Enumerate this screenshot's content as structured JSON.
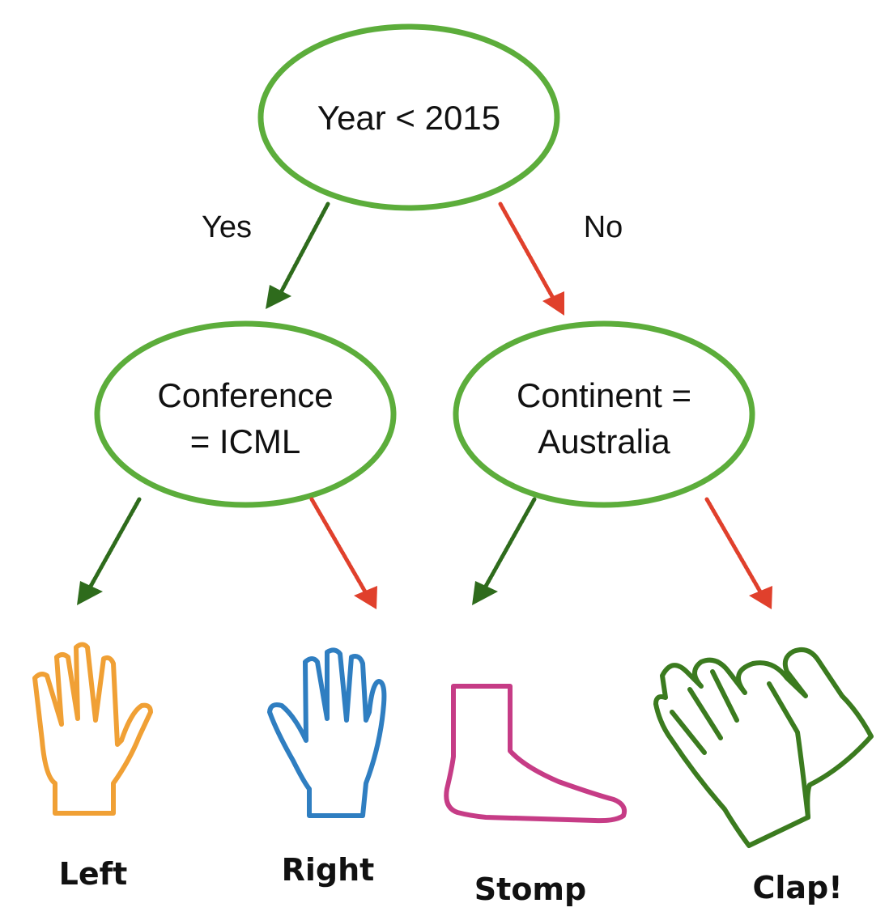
{
  "colors": {
    "node": "#5cad3b",
    "yes": "#2e6b1c",
    "no": "#e0402c",
    "left_hand": "#f0a035",
    "right_hand": "#2f7ec1",
    "foot": "#c63c86",
    "clap": "#3b7b1f"
  },
  "root": {
    "label": "Year < 2015"
  },
  "edges": {
    "yes_label": "Yes",
    "no_label": "No"
  },
  "left_node": {
    "line1": "Conference",
    "line2": "= ICML"
  },
  "right_node": {
    "line1": "Continent =",
    "line2": "Australia"
  },
  "leaves": [
    {
      "label": "Left",
      "icon": "left-hand-icon"
    },
    {
      "label": "Right",
      "icon": "right-hand-icon"
    },
    {
      "label": "Stomp",
      "icon": "foot-icon"
    },
    {
      "label": "Clap!",
      "icon": "clapping-hands-icon"
    }
  ]
}
